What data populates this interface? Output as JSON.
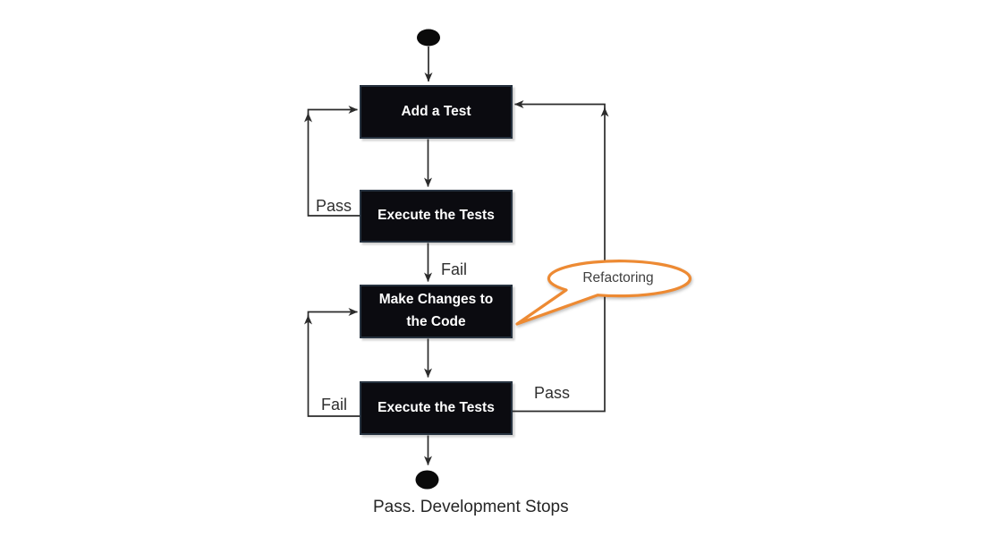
{
  "colors": {
    "canvas-bg": "#ffffff",
    "box-fill": "#0b0b10",
    "box-border": "#26323f",
    "box-text": "#ffffff",
    "node-fill": "#0a0a0a",
    "line": "#2b2b2b",
    "label-text": "#2f2f2f",
    "caption-text": "#262626",
    "callout-stroke": "#ed8a33",
    "callout-fill": "#ffffff",
    "callout-text": "#404040"
  },
  "boxes": [
    {
      "id": "add-test",
      "label": "Add a Test"
    },
    {
      "id": "execute-tests-1",
      "label": "Execute the Tests"
    },
    {
      "id": "make-changes",
      "label": "Make Changes to the Code"
    },
    {
      "id": "execute-tests-2",
      "label": "Execute the Tests"
    }
  ],
  "edge_labels": {
    "pass_top": "Pass",
    "fail_mid": "Fail",
    "fail_bottom": "Fail",
    "pass_bottom": "Pass"
  },
  "callout": {
    "label": "Refactoring"
  },
  "caption": "Pass. Development Stops"
}
